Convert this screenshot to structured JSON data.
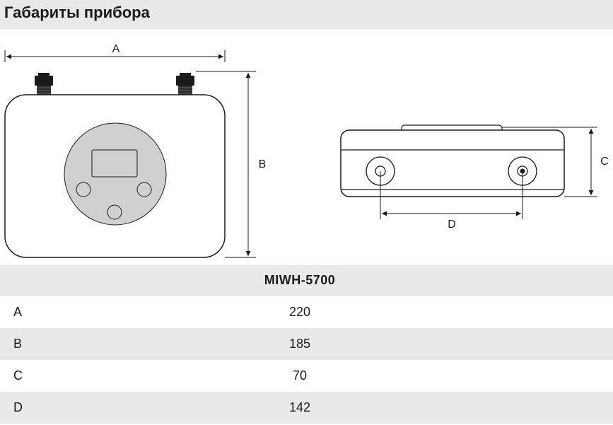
{
  "title": "Габариты прибора",
  "dimension_labels": {
    "a": "A",
    "b": "B",
    "c": "C",
    "d": "D"
  },
  "table": {
    "model": "MIWH-5700",
    "rows": [
      {
        "label": "A",
        "value": "220"
      },
      {
        "label": "B",
        "value": "185"
      },
      {
        "label": "C",
        "value": "70"
      },
      {
        "label": "D",
        "value": "142"
      }
    ]
  },
  "colors": {
    "panel": "#d0d0d0",
    "stroke": "#1a1a1a",
    "header_bg": "#e9e9e9"
  }
}
